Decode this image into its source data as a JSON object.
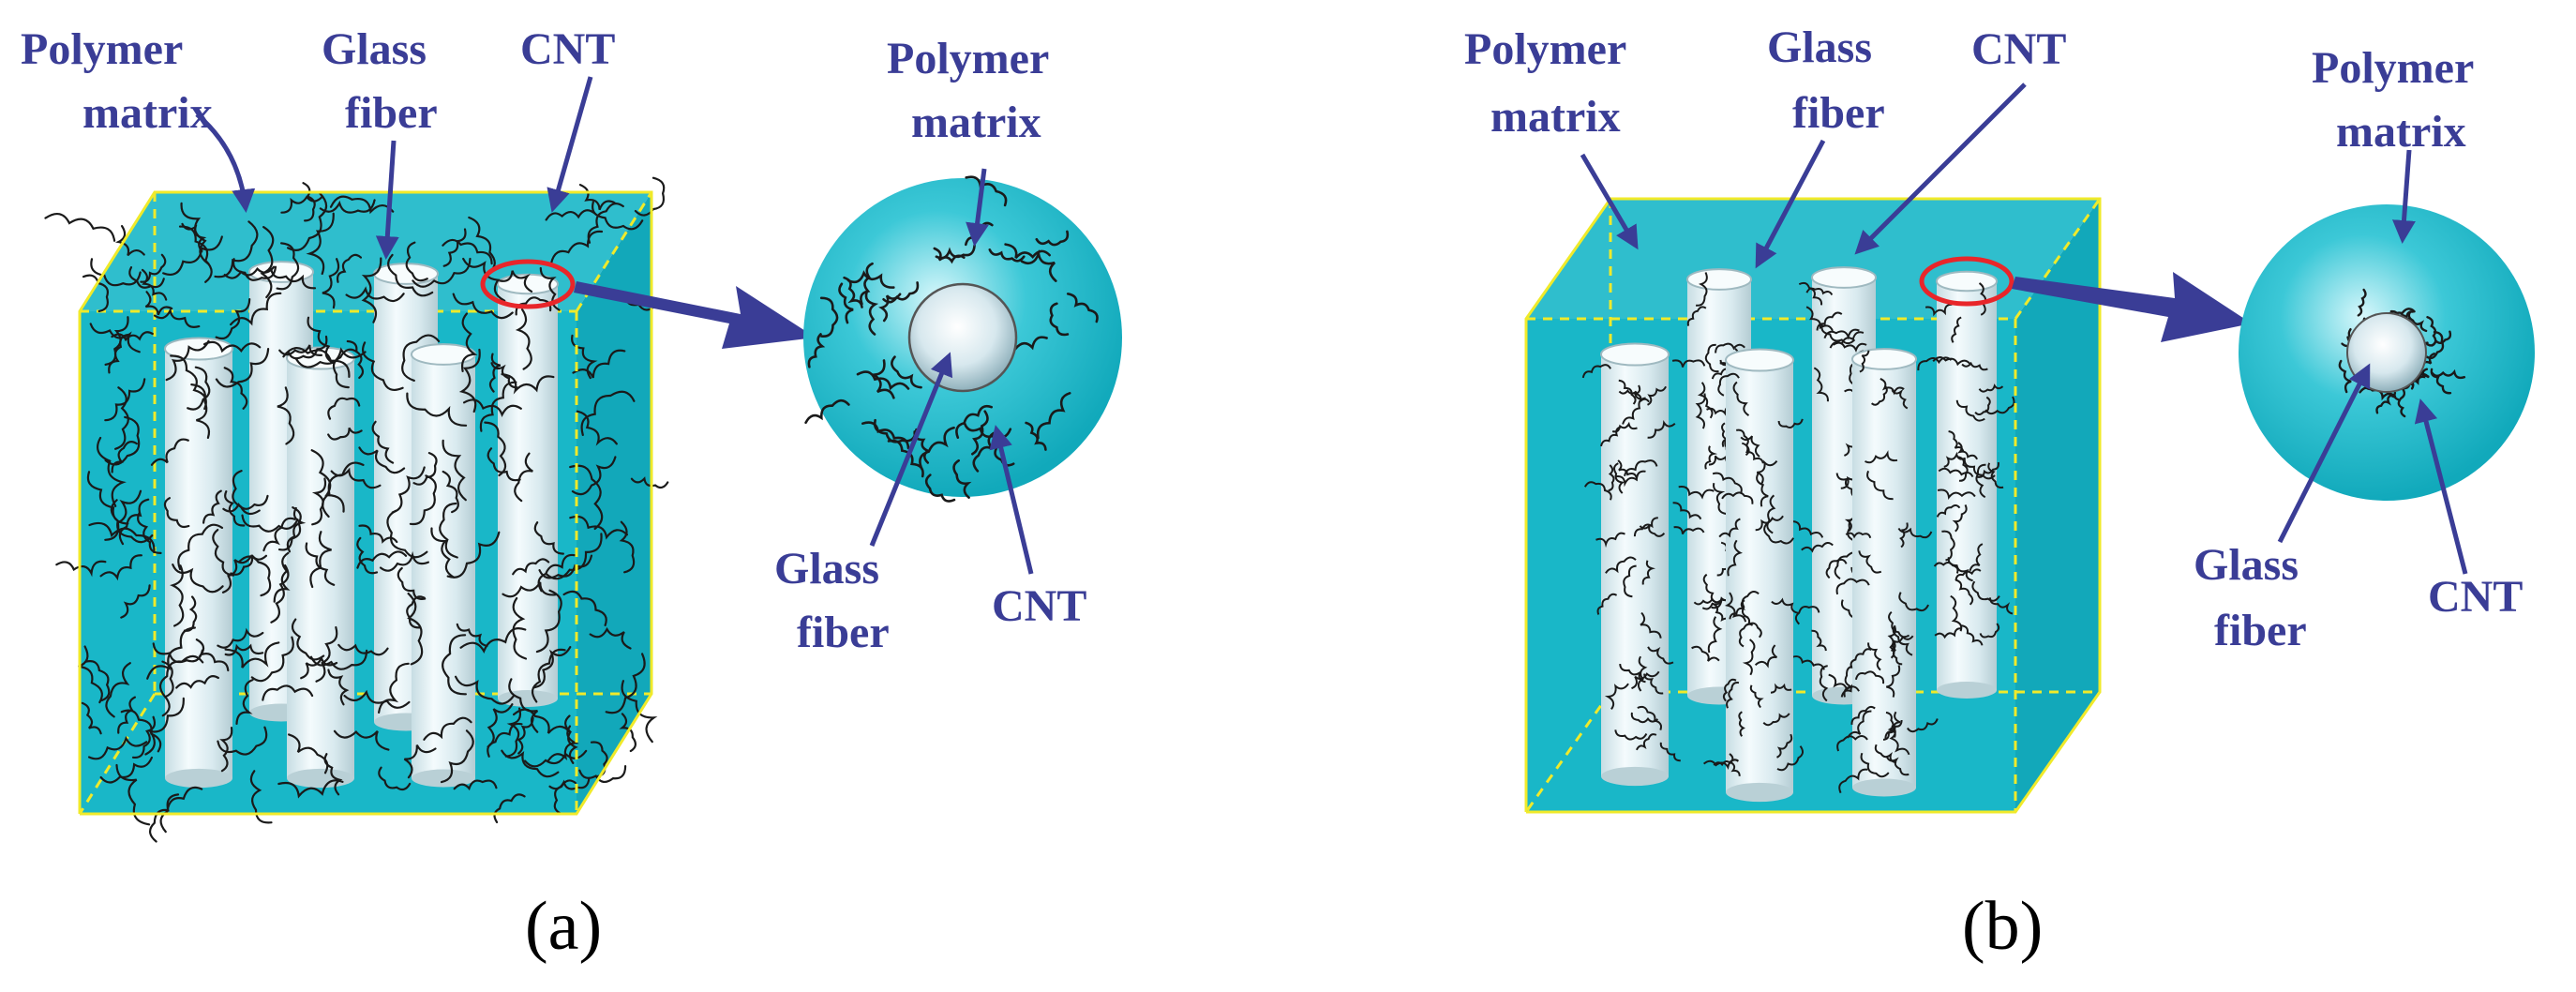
{
  "colors": {
    "matrix": "#17b8c9",
    "matrix_light": "#8fe6ef",
    "fiber": "#dcebf0",
    "label": "#3a3d96",
    "box_edge": "#f0ea2a",
    "highlight": "#e8262a",
    "cnt": "#1a1a1a"
  },
  "panel_a": {
    "caption": "(a)",
    "labels": {
      "polymer_matrix_l1": "Polymer",
      "polymer_matrix_l2": "matrix",
      "glass_fiber_l1": "Glass",
      "glass_fiber_l2": "fiber",
      "cnt": "CNT"
    },
    "cross_section": {
      "polymer_matrix_l1": "Polymer",
      "polymer_matrix_l2": "matrix",
      "glass_fiber_l1": "Glass",
      "glass_fiber_l2": "fiber",
      "cnt": "CNT"
    }
  },
  "panel_b": {
    "caption": "(b)",
    "labels": {
      "polymer_matrix_l1": "Polymer",
      "polymer_matrix_l2": "matrix",
      "glass_fiber_l1": "Glass",
      "glass_fiber_l2": "fiber",
      "cnt": "CNT"
    },
    "cross_section": {
      "polymer_matrix_l1": "Polymer",
      "polymer_matrix_l2": "matrix",
      "glass_fiber_l1": "Glass",
      "glass_fiber_l2": "fiber",
      "cnt": "CNT"
    }
  }
}
